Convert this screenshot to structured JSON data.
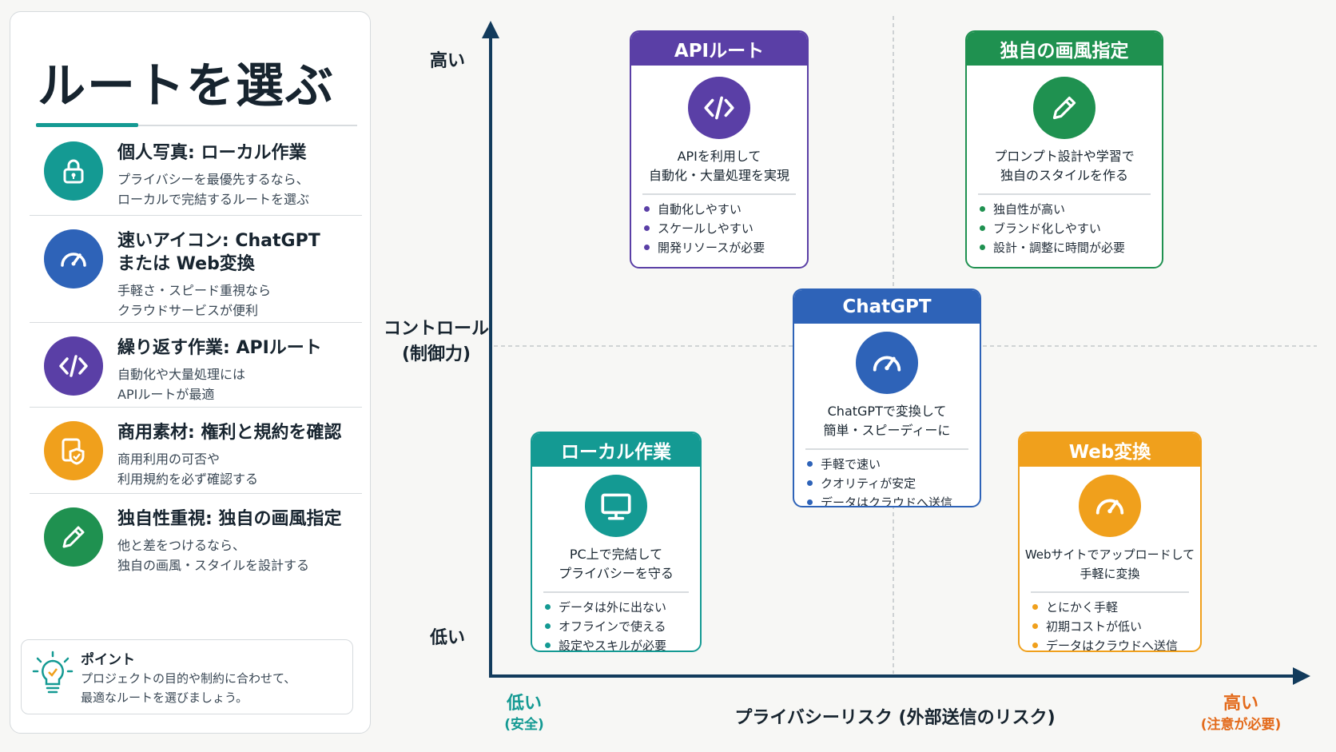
{
  "left_panel": {
    "title": "ルートを選ぶ",
    "items": [
      {
        "icon": "lock-icon",
        "color": "#149a93",
        "heading": "個人写真: ローカル作業",
        "desc": "プライバシーを最優先するなら、\nローカルで完結するルートを選ぶ"
      },
      {
        "icon": "speedometer-icon",
        "color": "#2e63b8",
        "heading": "速いアイコン: ChatGPT\nまたは Web変換",
        "desc": "手軽さ・スピード重視なら\nクラウドサービスが便利"
      },
      {
        "icon": "code-icon",
        "color": "#5a3fa6",
        "heading": "繰り返す作業: APIルート",
        "desc": "自動化や大量処理には\nAPIルートが最適"
      },
      {
        "icon": "shield-check-icon",
        "color": "#f0a01c",
        "heading": "商用素材: 権利と規約を確認",
        "desc": "商用利用の可否や\n利用規約を必ず確認する"
      },
      {
        "icon": "pencil-icon",
        "color": "#1f9150",
        "heading": "独自性重視: 独自の画風指定",
        "desc": "他と差をつけるなら、\n独自の画風・スタイルを設計する"
      }
    ],
    "point": {
      "icon": "lightbulb-icon",
      "title": "ポイント",
      "text": "プロジェクトの目的や制約に合わせて、\n最適なルートを選びましょう。"
    }
  },
  "axes": {
    "y_label": "コントロール\n(制御力)",
    "y_high": "高い",
    "y_low": "低い",
    "x_label": "プライバシーリスク (外部送信のリスク)",
    "x_low": "低い",
    "x_low_note": "(安全)",
    "x_high": "高い",
    "x_high_note": "(注意が必要)",
    "axis_color": "#123b5c",
    "x_low_color": "#149a93",
    "x_high_color": "#e36a1b"
  },
  "cards": [
    {
      "id": "api",
      "title": "APIルート",
      "color": "#5a3fa6",
      "icon": "code-icon",
      "desc": "APIを利用して\n自動化・大量処理を実現",
      "bullets": [
        "自動化しやすい",
        "スケールしやすい",
        "開発リソースが必要"
      ]
    },
    {
      "id": "style",
      "title": "独自の画風指定",
      "color": "#1f9150",
      "icon": "pencil-icon",
      "desc": "プロンプト設計や学習で\n独自のスタイルを作る",
      "bullets": [
        "独自性が高い",
        "ブランド化しやすい",
        "設計・調整に時間が必要"
      ]
    },
    {
      "id": "chatgpt",
      "title": "ChatGPT",
      "color": "#2e63b8",
      "icon": "speedometer-icon",
      "desc": "ChatGPTで変換して\n簡単・スピーディーに",
      "bullets": [
        "手軽で速い",
        "クオリティが安定",
        "データはクラウドへ送信"
      ]
    },
    {
      "id": "local",
      "title": "ローカル作業",
      "color": "#149a93",
      "icon": "monitor-icon",
      "desc": "PC上で完結して\nプライバシーを守る",
      "bullets": [
        "データは外に出ない",
        "オフラインで使える",
        "設定やスキルが必要"
      ]
    },
    {
      "id": "web",
      "title": "Web変換",
      "color": "#f0a01c",
      "icon": "speedometer-icon",
      "desc": "Webサイトでアップロードして\n手軽に変換",
      "bullets": [
        "とにかく手軽",
        "初期コストが低い",
        "データはクラウドへ送信"
      ]
    }
  ]
}
